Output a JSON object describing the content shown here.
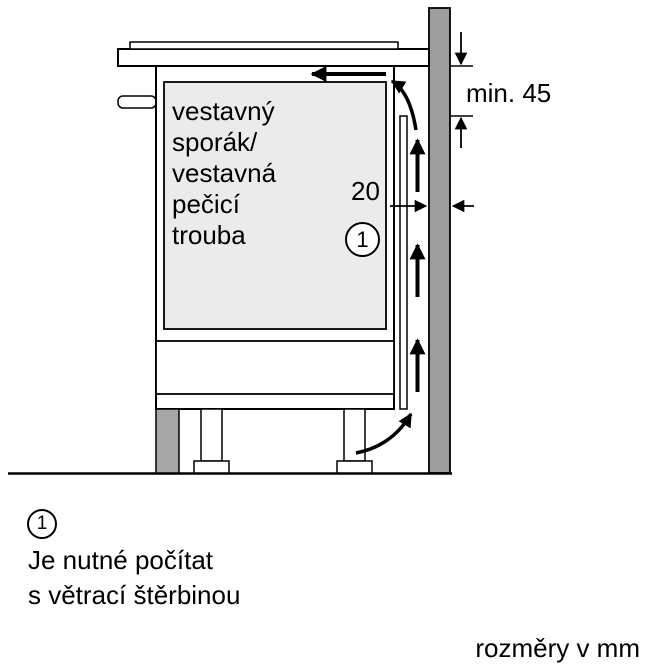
{
  "diagram": {
    "oven_label": "vestavný\nsporák/\nvestavná\npečicí\ntrouba",
    "dim_min45": "min. 45",
    "dim_gap": "20",
    "callout": "1"
  },
  "legend": {
    "callout": "1",
    "note": "Je nutné počítat\ns větrací štěrbinou",
    "units": "rozměry v mm"
  },
  "colors": {
    "wall": "#9d9d9d",
    "cabinet_side": "#a6a6a6",
    "oven_fill": "#ebebeb",
    "line": "#000000"
  }
}
